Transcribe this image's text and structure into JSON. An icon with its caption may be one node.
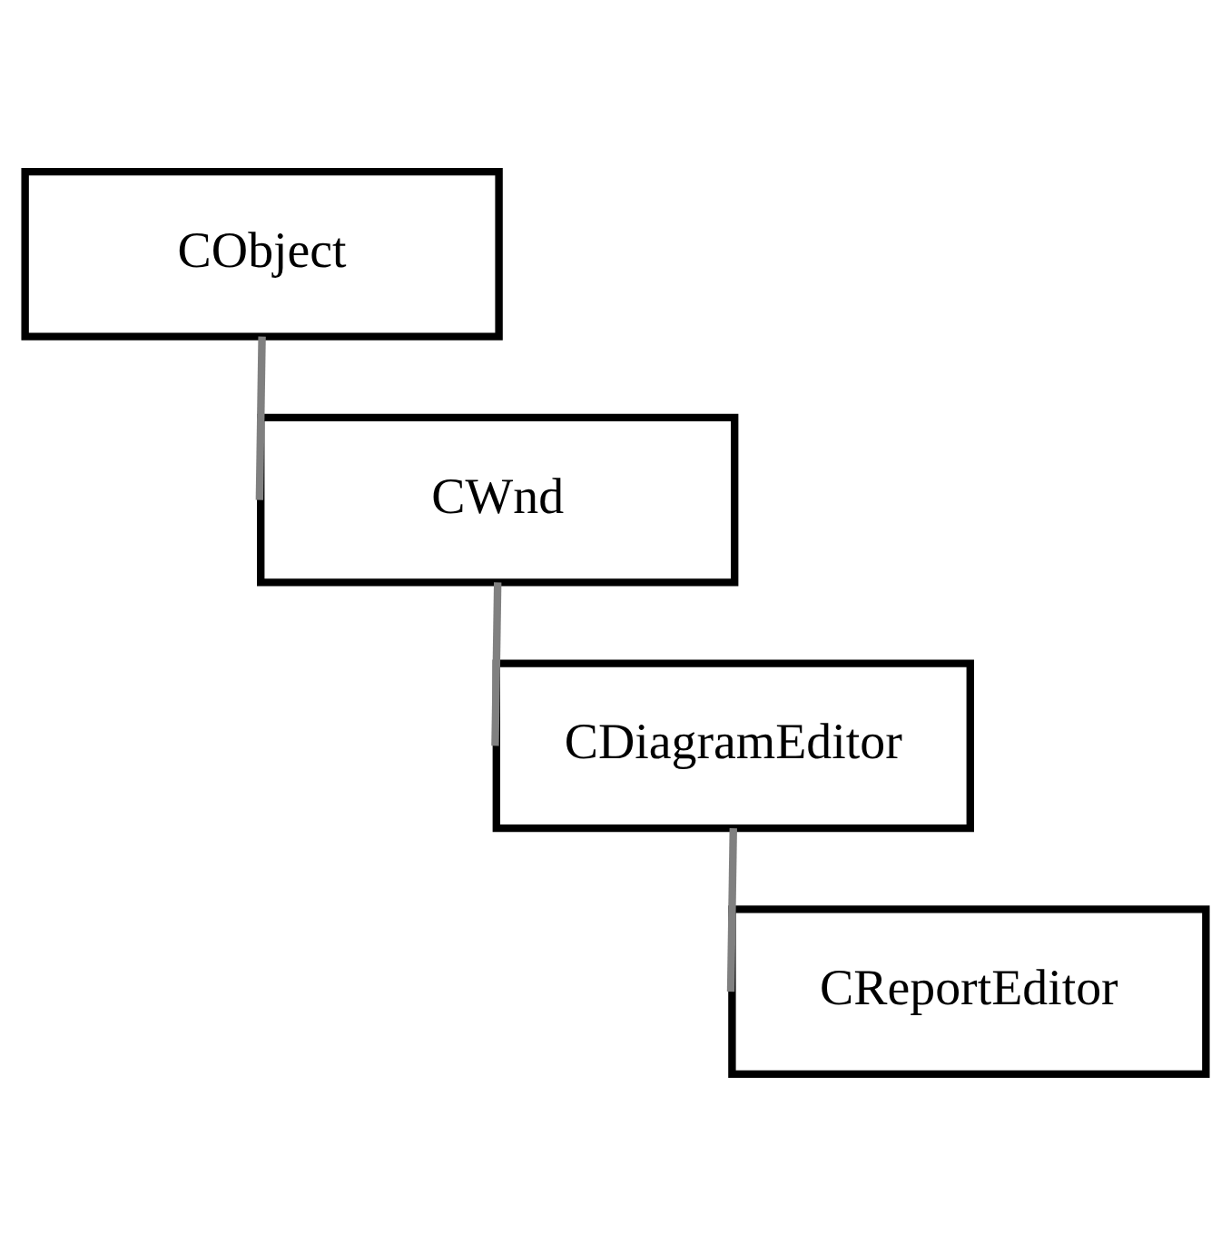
{
  "diagram": {
    "nodes": [
      {
        "text": [
          "CObject"
        ]
      },
      {
        "text": [
          "CWnd"
        ]
      },
      {
        "text": [
          "CDiagramEditor"
        ]
      },
      {
        "text": [
          "CReportEditor"
        ]
      }
    ],
    "edges": [
      {
        "from": 0,
        "to": 1,
        "arrow": "none"
      },
      {
        "from": 1,
        "to": 2,
        "arrow": "none"
      },
      {
        "from": 2,
        "to": 3,
        "arrow": "none"
      }
    ]
  }
}
